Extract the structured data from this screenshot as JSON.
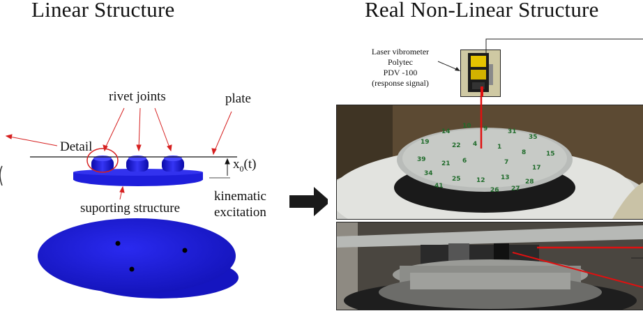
{
  "left_heading": "Linear Structure",
  "right_heading": "Real Non-Linear Structure",
  "labels": {
    "rivet_joints": "rivet joints",
    "plate": "plate",
    "detail": "Detail",
    "x0_base": "x",
    "x0_sub": "0",
    "x0_tail": "(t)",
    "supporting_structure": "suporting structure",
    "kinematic": "kinematic",
    "excitation": "excitation"
  },
  "vibrometer": {
    "line1": "Laser vibrometer",
    "line2": "Polytec",
    "line3": "PDV -100",
    "line4": "(response signal)"
  },
  "colors": {
    "model_blue": "#1e1edb",
    "annotation_red": "#d62020",
    "laser_red": "#e01010"
  }
}
